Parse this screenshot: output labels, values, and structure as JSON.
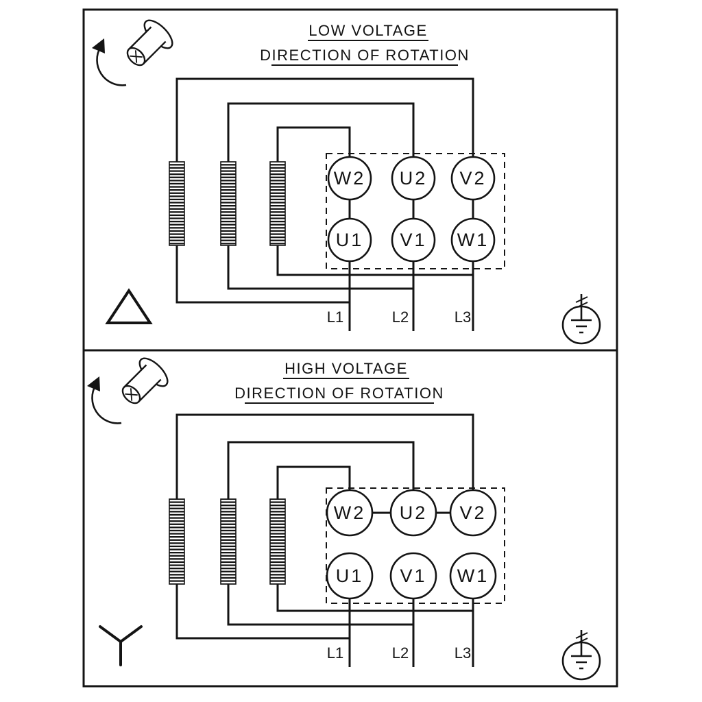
{
  "colors": {
    "ink": "#141414",
    "paper": "#ffffff"
  },
  "panels": [
    {
      "id": "low-voltage",
      "title": "LOW VOLTAGE",
      "subtitle": "DIRECTION OF ROTATION",
      "connection_symbol": "delta",
      "terminals": {
        "top": [
          "W2",
          "U2",
          "V2"
        ],
        "bottom": [
          "U1",
          "V1",
          "W1"
        ]
      },
      "supply_lines": [
        "L1",
        "L2",
        "L3"
      ]
    },
    {
      "id": "high-voltage",
      "title": "HIGH VOLTAGE",
      "subtitle": "DIRECTION OF ROTATION",
      "connection_symbol": "star",
      "terminals": {
        "top": [
          "W2",
          "U2",
          "V2"
        ],
        "bottom": [
          "U1",
          "V1",
          "W1"
        ]
      },
      "supply_lines": [
        "L1",
        "L2",
        "L3"
      ]
    }
  ]
}
